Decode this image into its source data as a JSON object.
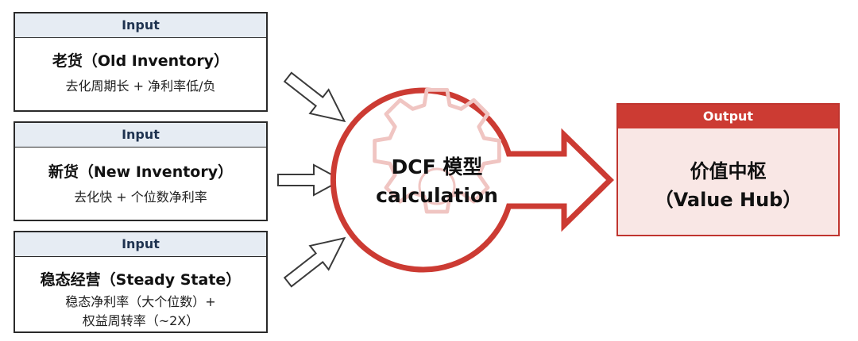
{
  "inputs": [
    {
      "header": "Input",
      "title": "老货（Old Inventory）",
      "desc": [
        "去化周期长 + 净利率低/负"
      ]
    },
    {
      "header": "Input",
      "title": "新货（New Inventory）",
      "desc": [
        "去化快 + 个位数净利率"
      ]
    },
    {
      "header": "Input",
      "title": "稳态经营（Steady State）",
      "desc": [
        "稳态净利率（大个位数）+",
        "权益周转率（~2X）"
      ]
    }
  ],
  "center": {
    "line1": "DCF 模型",
    "line2": "calculation"
  },
  "output": {
    "header": "Output",
    "line1": "价值中枢",
    "line2": "（Value Hub）"
  },
  "colors": {
    "accent_red": "#cc3b33",
    "output_fill": "#f9e7e5",
    "input_header_fill": "#e6ecf3",
    "input_header_text": "#1f3350",
    "gear_outline": "#f0c5c2"
  },
  "icons": {
    "center": "gear-icon",
    "connectors": "hollow-arrow-icon"
  }
}
